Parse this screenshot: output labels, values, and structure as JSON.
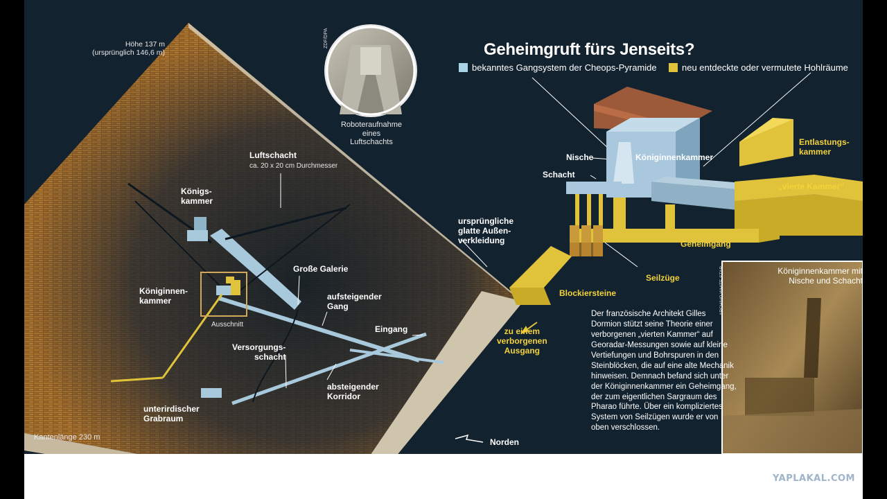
{
  "title": "Geheimgruft fürs Jenseits?",
  "legend": {
    "known": "bekanntes Gangsystem der Cheops-Pyramide",
    "new": "neu entdeckte oder vermutete Hohlräume",
    "known_color": "#a9d3e6",
    "new_color": "#e0c33a"
  },
  "pyramid": {
    "height": "Höhe 137 m\n(ursprünglich 146,6 m)",
    "base": "Kantenlänge 230 m",
    "north": "Norden",
    "labels": {
      "koenigskammer": "Königs-\nkammer",
      "luftschacht_title": "Luftschacht",
      "luftschacht_sub": "ca. 20 x 20 cm Durchmesser",
      "grosse_galerie": "Große Galerie",
      "aufsteigender_gang": "aufsteigender\nGang",
      "koeniginnenkammer": "Königinnen-\nkammer",
      "ausschnitt": "Ausschnitt",
      "eingang": "Eingang",
      "versorgungsschacht": "Versorgungs-\nschacht",
      "absteigender_korridor": "absteigender\nKorridor",
      "grabraum": "unterirdischer\nGrabraum",
      "aussenverkleidung": "ursprüngliche\nglatte Außen-\nverkleidung"
    }
  },
  "photo_top": {
    "credit": "ZDF/DPA",
    "caption": "Roboteraufnahme\neines Luftschachts"
  },
  "detail": {
    "nische": "Nische",
    "schacht": "Schacht",
    "koeniginnenkammer": "Königinnenkammer",
    "entlastungskammer": "Entlastungs-\nkammer",
    "vierte_kammer": "„vierte Kammer“",
    "geheimgang": "Geheimgang",
    "seilzuege": "Seilzüge",
    "blockiersteine": "Blockiersteine",
    "ausgang": "zu einem\nverborgenen\nAusgang"
  },
  "photo_bottom": {
    "credit": "ARCHIVO WHITE STAR",
    "caption": "Königinnenkammer mit\nNische und Schacht"
  },
  "body_text": "Der französische Architekt Gilles Dormion stützt seine Theorie einer verborgenen „vierten Kammer“ auf Georadar-Messungen sowie auf kleine Vertiefungen und Bohrspuren in den Steinblöcken, die auf eine alte Mechanik hinweisen. Demnach befand sich unter der Königinnenkammer ein Geheimgang, der zum eigentlichen Sargraum des Pharao führte. Über ein kompliziertes System von Seilzügen wurde er von oben verschlossen.",
  "watermark": "YAPLAKAL.COM"
}
